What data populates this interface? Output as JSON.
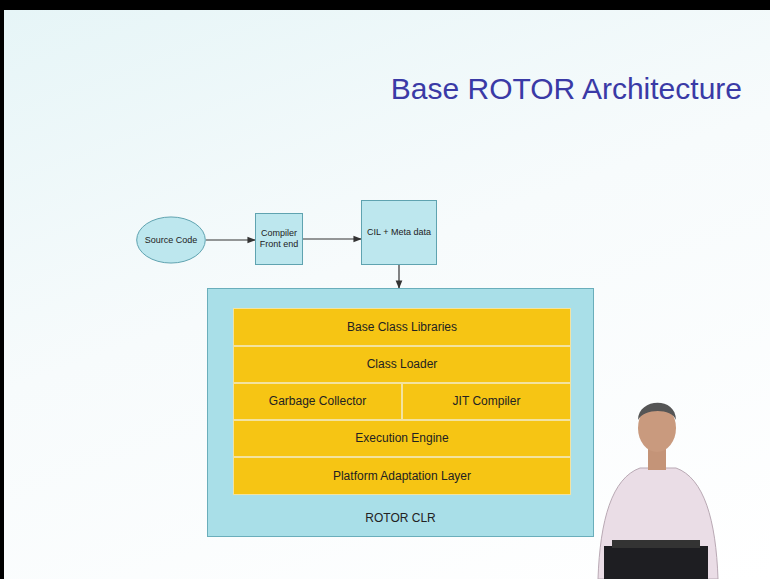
{
  "diagram": {
    "title": "Base ROTOR Architecture",
    "nodes": [
      {
        "text": [
          "Source Code"
        ]
      },
      {
        "text": [
          "Compiler Front end"
        ]
      },
      {
        "text": [
          "CIL + Meta data"
        ]
      },
      {
        "text": [
          "ROTOR CLR"
        ]
      },
      {
        "text": [
          "Base Class Libraries"
        ],
        "in": 3
      },
      {
        "text": [
          "Class Loader"
        ],
        "in": 3
      },
      {
        "text": [
          "Garbage Collector"
        ],
        "in": 3
      },
      {
        "text": [
          "JIT Compiler"
        ],
        "in": 3
      },
      {
        "text": [
          "Execution Engine"
        ],
        "in": 3
      },
      {
        "text": [
          "Platform Adaptation Layer"
        ],
        "in": 3
      }
    ],
    "edges": [
      {
        "from": 0,
        "to": 1,
        "arrow": "to"
      },
      {
        "from": 1,
        "to": 2,
        "arrow": "to"
      },
      {
        "from": 2,
        "to": 3,
        "arrow": "to"
      }
    ]
  }
}
